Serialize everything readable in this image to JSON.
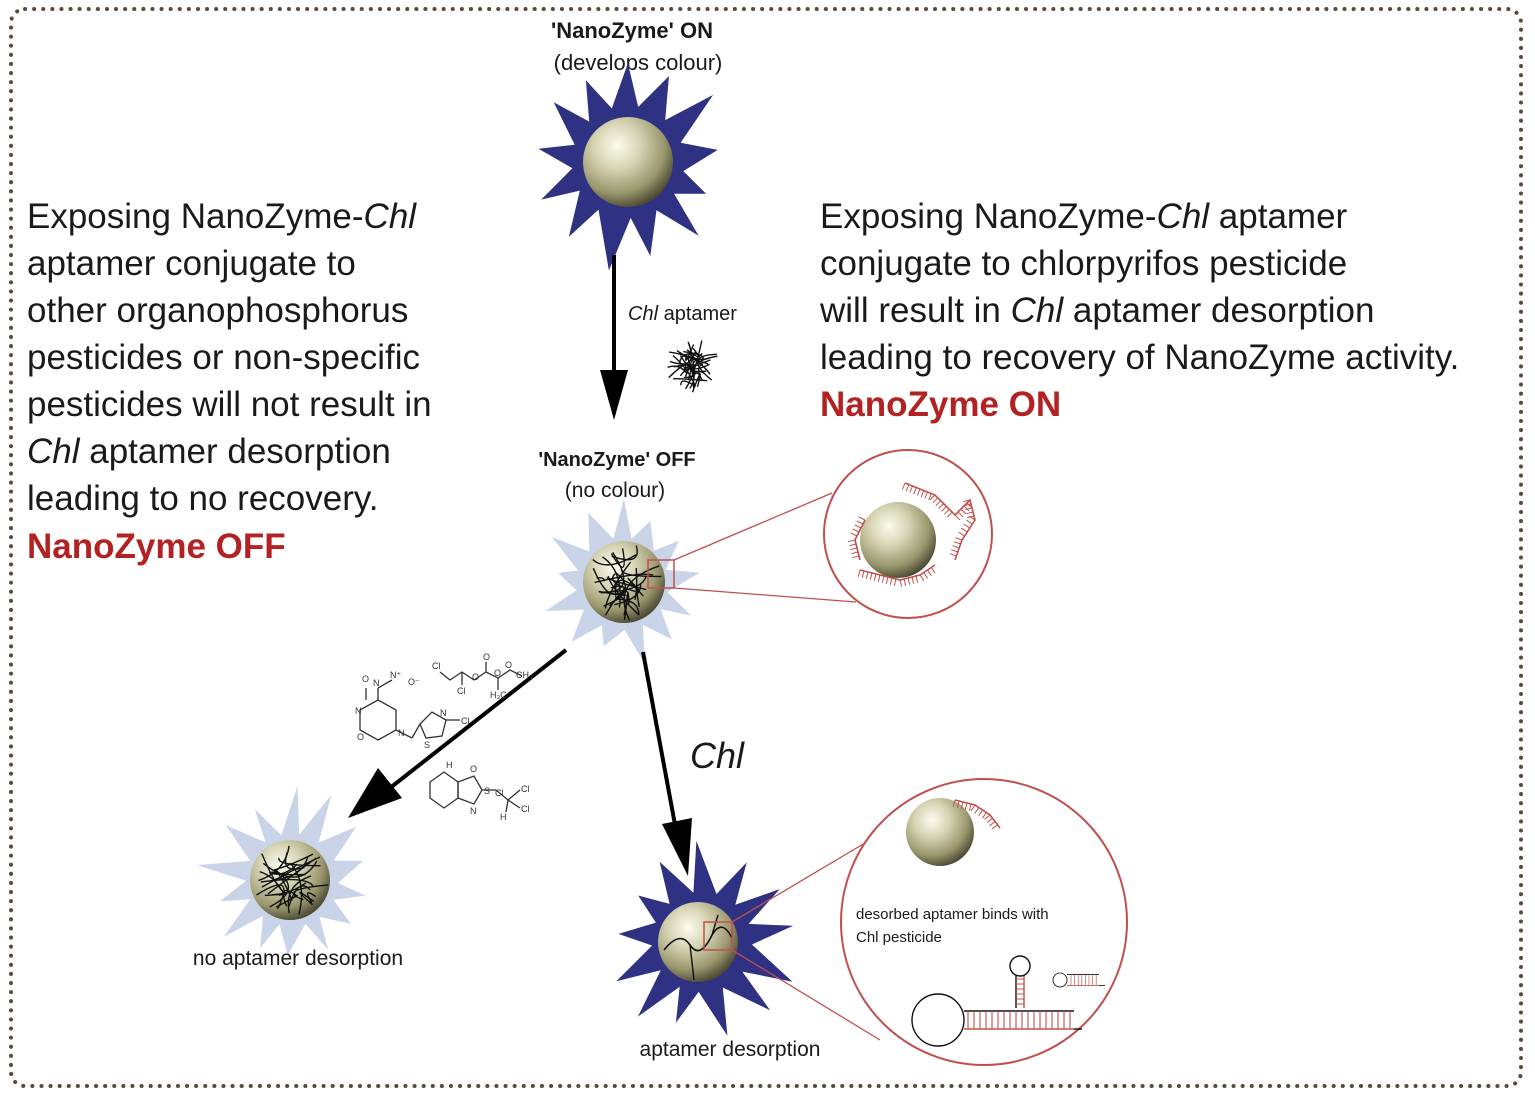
{
  "top_label": {
    "title": "'NanoZyme' ON",
    "subtitle": "(develops colour)"
  },
  "aptamer_label": {
    "italic": "Chl",
    "rest": " aptamer"
  },
  "off_label": {
    "title": "'NanoZyme' OFF",
    "subtitle": "(no colour)"
  },
  "left_text": {
    "line1_a": "Exposing NanoZyme-",
    "line1_i": "Chl",
    "line2": "aptamer conjugate to",
    "line3": "other organophosphorus",
    "line4": "pesticides or non-specific",
    "line5": "pesticides will not result in",
    "line6_i": "Chl",
    "line6_b": " aptamer desorption",
    "line7": "leading to no recovery.",
    "status": "NanoZyme OFF"
  },
  "right_text": {
    "line1_a": "Exposing NanoZyme-",
    "line1_i": "Chl",
    "line1_b": " aptamer",
    "line2": "conjugate to chlorpyrifos pesticide",
    "line3_a": "will result in ",
    "line3_i": "Chl",
    "line3_b": " aptamer desorption",
    "line4": "leading to recovery of NanoZyme activity.",
    "status": "NanoZyme ON"
  },
  "chl_arrow_label": "Chl",
  "no_desorption_label": "no aptamer desorption",
  "desorption_label": "aptamer desorption",
  "inset_text": {
    "line1": "desorbed aptamer binds with",
    "line2": "Chl pesticide"
  },
  "chem_labels": [
    "Cl",
    "Cl",
    "O",
    "O",
    "O",
    "O",
    "CH₃",
    "H₃C",
    "O",
    "N",
    "N",
    "N",
    "N",
    "N⁺",
    "O⁻",
    "S",
    "Cl",
    "O",
    "O",
    "N",
    "S",
    "Cl",
    "Cl",
    "Cl",
    "H",
    "H"
  ],
  "colors": {
    "on_star": "#2f3282",
    "off_star": "#c9d4e8",
    "sphere": "#b7b48c",
    "inset_border": "#c0504d",
    "aptamer_red": "#c0504d",
    "status_red": "#b22222",
    "frame": "#5a4a3a"
  }
}
